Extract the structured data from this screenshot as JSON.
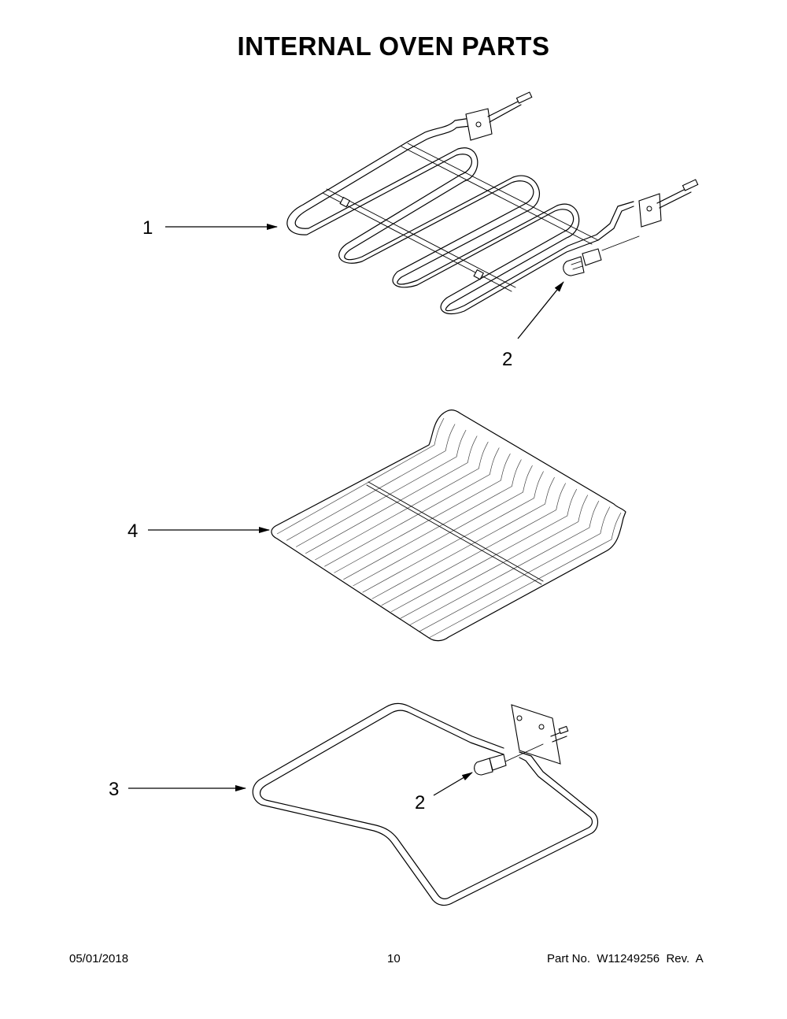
{
  "title": "INTERNAL OVEN PARTS",
  "callouts": {
    "bake_element_upper": "1",
    "screw_upper": "2",
    "oven_rack": "4",
    "bake_element_lower": "3",
    "screw_lower": "2"
  },
  "footer": {
    "date": "05/01/2018",
    "page": "10",
    "part_no": "Part No.  W11249256  Rev.  A"
  }
}
